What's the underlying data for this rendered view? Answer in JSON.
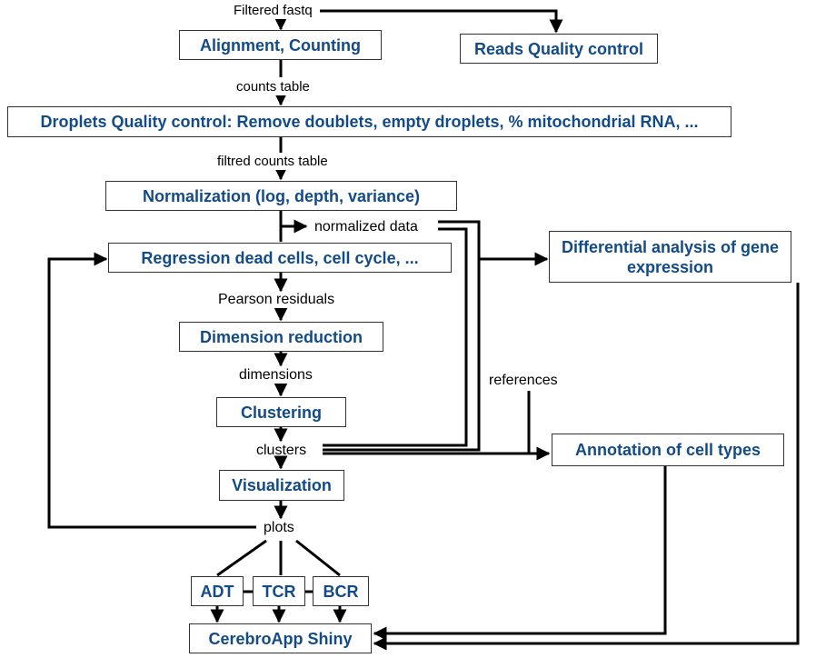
{
  "nodes": {
    "alignment": "Alignment, Counting",
    "reads_qc": "Reads Quality control",
    "droplets_qc": "Droplets Quality control: Remove doublets, empty droplets, % mitochondrial RNA, ...",
    "normalization": "Normalization (log, depth, variance)",
    "regression": "Regression dead cells, cell cycle, ...",
    "differential": "Differential analysis of gene expression",
    "dimension": "Dimension reduction",
    "clustering": "Clustering",
    "annotation": "Annotation of cell types",
    "visualization": "Visualization",
    "adt": "ADT",
    "tcr": "TCR",
    "bcr": "BCR",
    "cerebro": "CerebroApp Shiny"
  },
  "labels": {
    "filtered_fastq": "Filtered fastq",
    "counts_table": "counts table",
    "filtred_counts_table": "filtred counts table",
    "normalized_data": "normalized data",
    "pearson_residuals": "Pearson residuals",
    "dimensions": "dimensions",
    "references": "references",
    "clusters": "clusters",
    "plots": "plots"
  },
  "colors": {
    "box_text": "#134b87",
    "line": "#000000",
    "border": "#333333"
  }
}
